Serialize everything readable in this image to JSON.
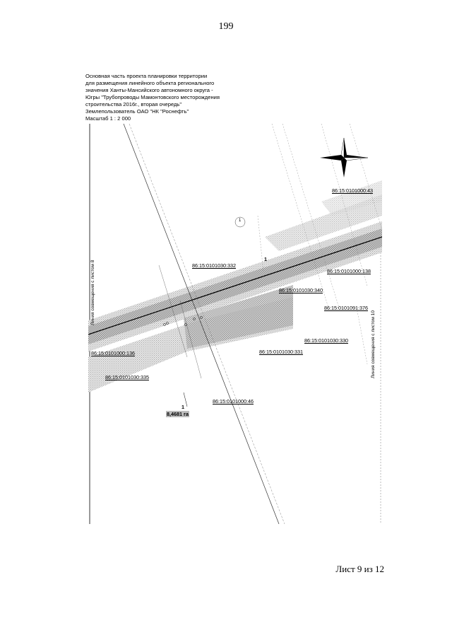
{
  "page_number": "199",
  "header": {
    "lines": [
      "Основная часть проекта планировки территории",
      "для размещения линейного объекта регионального",
      "значения Ханты-Мансийского автономного округа -",
      "Югры \"Трубопроводы Мамонтовского месторождения",
      "строительства 2016г., вторая очередь\"",
      "Землепользователь ОАО \"НК \"Роснефть\"",
      "Масштаб 1 : 2 000"
    ]
  },
  "map": {
    "parcels": [
      "86:15:0101000:43",
      "86:15:0101030:332",
      "86:15:0101000:138",
      "86:15:0101030:340",
      "86:15:0101091:376",
      "86:15:0101030:330",
      "86:15:0101030:331",
      "86:15:0101000:136",
      "86:15:0101030:335",
      "86:15:0101000:46"
    ],
    "area_label": "8,4681 га",
    "zone_marker": "1",
    "point_markers": [
      "1",
      "1"
    ],
    "match_line_left": "Линия совмещения с листом 8",
    "match_line_right": "Линия совмещения с листом 10",
    "north_icon": "compass-rose-icon",
    "colors": {
      "line": "#000000",
      "hatch": "#9a9a9a",
      "light_hatch": "#c4c4c4"
    }
  },
  "sheet_label": "Лист 9 из 12"
}
